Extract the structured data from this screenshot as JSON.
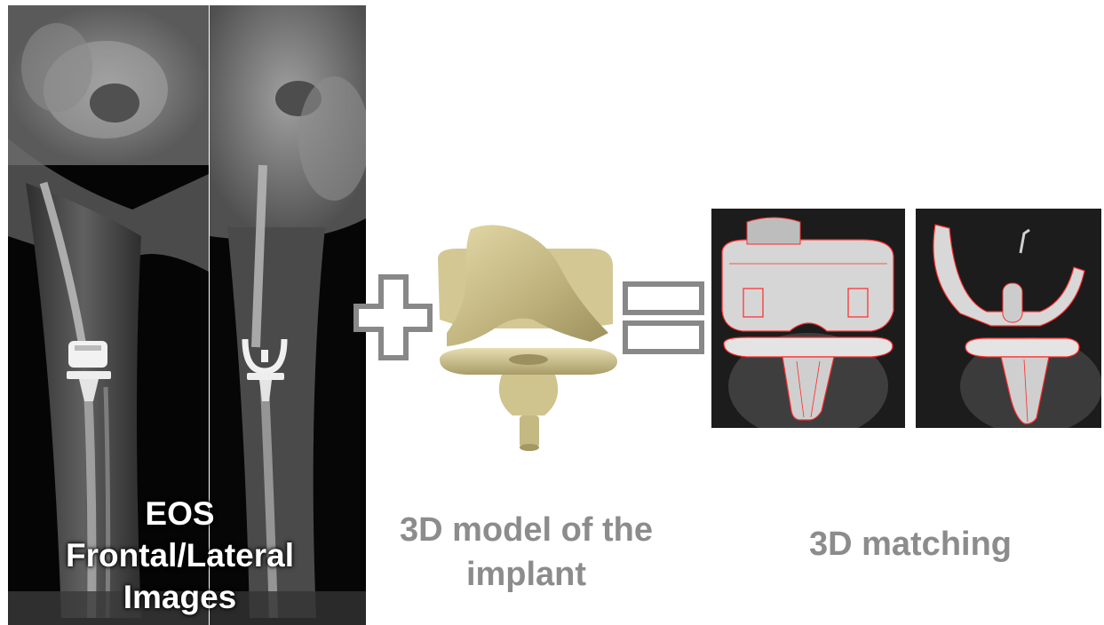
{
  "captions": {
    "eos": {
      "line1": "EOS",
      "line2": "Frontal/Lateral",
      "line3": "Images"
    },
    "model": {
      "line1": "3D model of the",
      "line2": "implant"
    },
    "matching": "3D matching"
  },
  "icons": {
    "plus": "plus-icon",
    "equals": "equals-icon"
  },
  "colors": {
    "caption_gray": "#8c8c8c",
    "implant": "#d8cd9a",
    "contour": "#ff2a2a"
  }
}
